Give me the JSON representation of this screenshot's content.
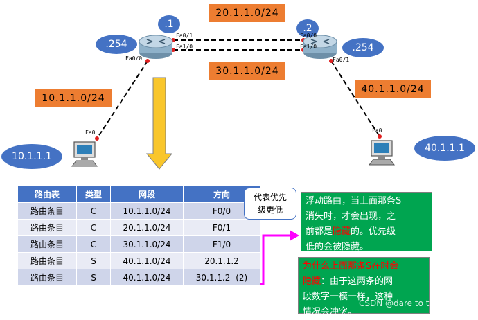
{
  "nodes": {
    "r1_label": ".1",
    "r2_label": ".2",
    "r1_gateway": ".254",
    "r2_gateway": ".254",
    "pc1_ip": "10.1.1.1",
    "pc2_ip": "40.1.1.1"
  },
  "networks": {
    "net20": "20.1.1.0/24",
    "net30": "30.1.1.0/24",
    "net10": "10.1.1.0/24",
    "net40": "40.1.1.0/24"
  },
  "ports": {
    "r1_fa01": "Fa0/1",
    "r1_fa10": "Fa1/0",
    "r1_fa00": "Fa0/0",
    "r2_fa00": "Fa0/0",
    "r2_fa10": "Fa1/0",
    "r2_fa01": "Fa0/1",
    "pc1_fa0": "Fa0",
    "pc2_fa0": "Fa0"
  },
  "table": {
    "headers": [
      "路由表",
      "类型",
      "网段",
      "方向"
    ],
    "rows": [
      [
        "路由条目",
        "C",
        "10.1.1.0/24",
        "F0/0"
      ],
      [
        "路由条目",
        "C",
        "20.1.1.0/24",
        "F0/1"
      ],
      [
        "路由条目",
        "C",
        "30.1.1.0/24",
        "F1/0"
      ],
      [
        "路由条目",
        "S",
        "40.1.1.0/24",
        "20.1.1.2"
      ],
      [
        "路由条目",
        "S",
        "40.1.1.0/24",
        "30.1.1.2"
      ]
    ],
    "priority_tag": "(2)"
  },
  "callout": {
    "line1": "代表优先",
    "line2": "级更低"
  },
  "note1": {
    "line1": "浮动路由，当上面那条S",
    "line2": "消失时，才会出现，之",
    "line3_pre": "前都是",
    "line3_red": "隐藏",
    "line3_post": "的。优先级",
    "line4": "低的会被隐藏。"
  },
  "note2": {
    "line1": "为什么上面那条S在时会",
    "line2_red": "隐藏",
    "line2_post": "：由于这两条的网",
    "line3": "段数字一模一样，这种",
    "line4": "情况会冲突。"
  },
  "watermark": "CSDN @dare to try @",
  "colors": {
    "accent_blue": "#4472c4",
    "orange": "#ed7d31",
    "green": "#00a550",
    "magenta": "#ff00ff",
    "red": "#ff0000",
    "yellow_arrow": "#f9c62b"
  }
}
